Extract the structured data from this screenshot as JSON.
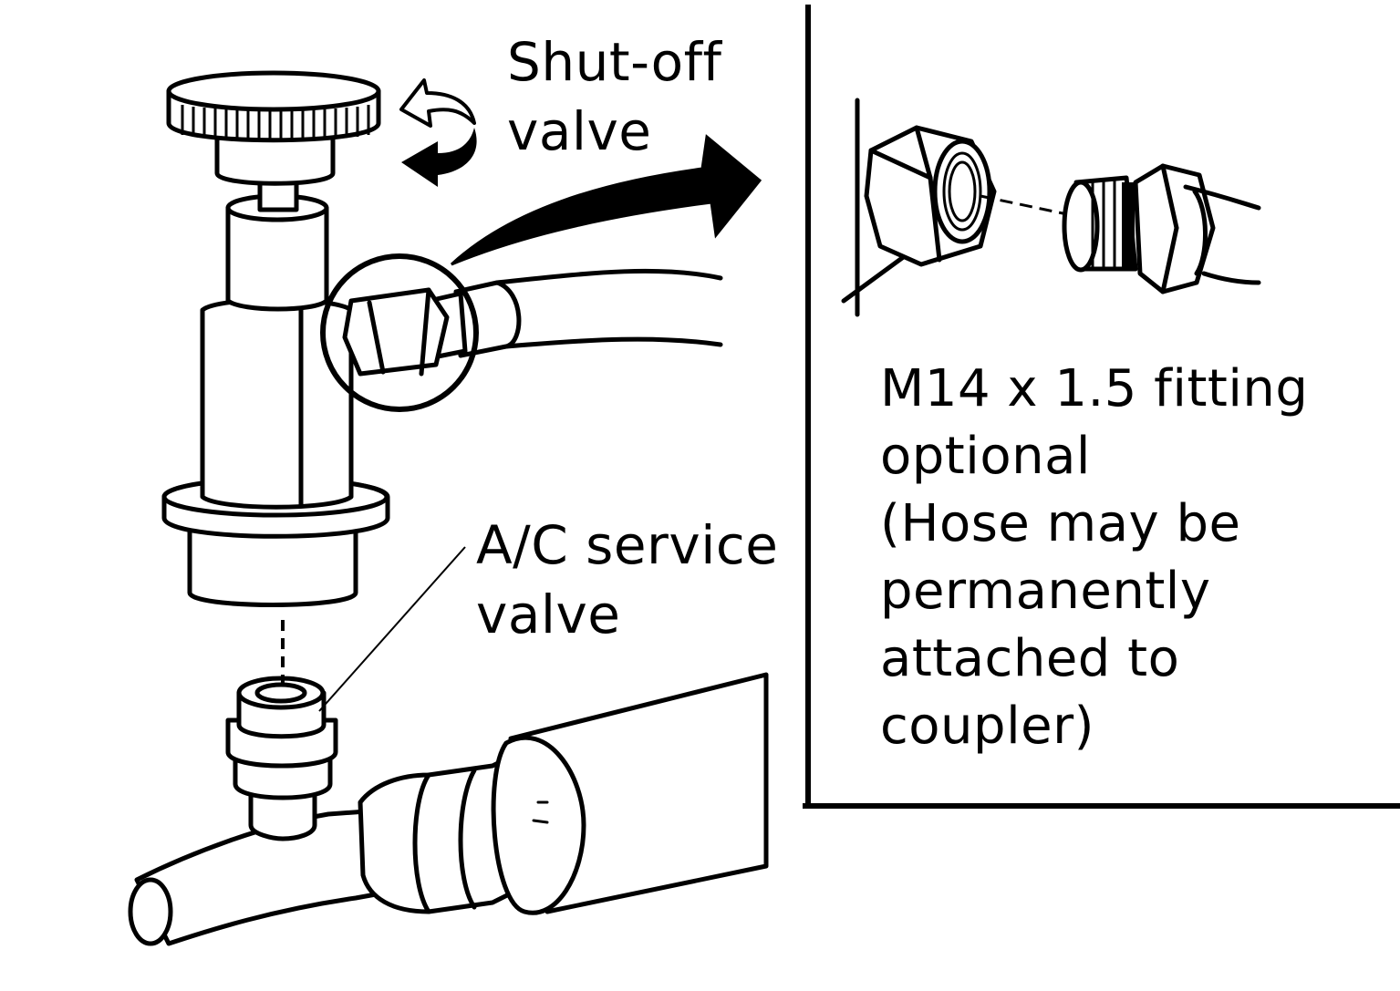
{
  "labels": {
    "shutoff_line1": "Shut-off",
    "shutoff_line2": "valve",
    "service_line1": "A/C service",
    "service_line2": "valve"
  },
  "inset": {
    "lines": [
      "M14 x 1.5 fitting",
      "optional",
      "(Hose may be",
      "permanently",
      "attached to",
      "coupler)"
    ]
  }
}
